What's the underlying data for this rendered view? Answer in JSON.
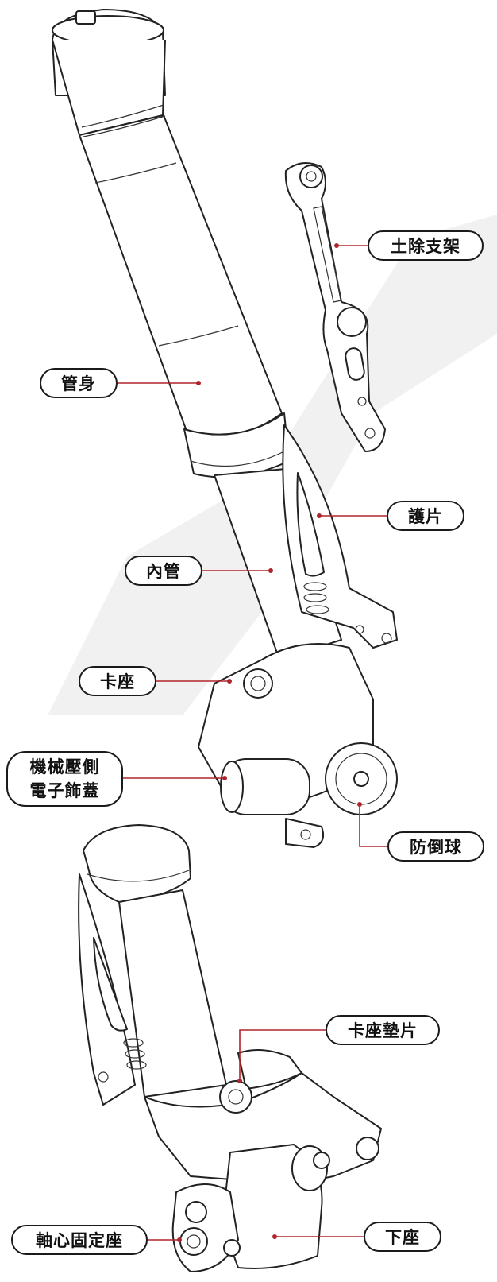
{
  "labels": {
    "dust_bracket": "土除支架",
    "tube_body": "管身",
    "guard": "護片",
    "inner_tube": "內管",
    "clamp_seat": "卡座",
    "sensor_cover_line1": "機械壓側",
    "sensor_cover_line2": "電子飾蓋",
    "crash_ball": "防倒球",
    "clamp_shim": "卡座墊片",
    "axle_mount": "軸心固定座",
    "lower_seat": "下座"
  },
  "colors": {
    "leader": "#b0252b",
    "outline": "#222222",
    "background_shape": "#f1f1f1"
  }
}
